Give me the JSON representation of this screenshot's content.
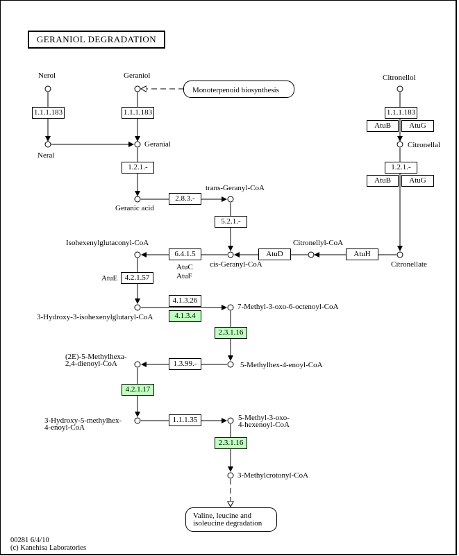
{
  "title": "GERANIOL  DEGRADATION",
  "compounds": {
    "nerol": "Nerol",
    "geraniol": "Geraniol",
    "citronellol": "Citronellol",
    "neral": "Neral",
    "geranial": "Geranial",
    "citronellal": "Citronellal",
    "geranic_acid": "Geranic acid",
    "trans_geranyl_coa": "trans-Geranyl-CoA",
    "isohexenylglutaconyl_coa": "Isohexenylglutaconyl-CoA",
    "cis_geranyl_coa": "cis-Geranyl-CoA",
    "citronellyl_coa": "Citronellyl-CoA",
    "citronellate": "Citronellate",
    "hydroxy_isohexenylglutaryl_coa": "3-Hydroxy-3-isohexenylglutaryl-CoA",
    "methyl_oxo_octenoyl_coa": "7-Methyl-3-oxo-6-octenoyl-CoA",
    "methylhexadienoyl_coa_line1": "(2E)-5-Methylhexa-",
    "methylhexadienoyl_coa_line2": "2,4-dienoyl-CoA",
    "methylhex_enoyl_coa": "5-Methylhex-4-enoyl-CoA",
    "hydroxy_methylhex_enoyl_coa_line1": "3-Hydroxy-5-methylhex-",
    "hydroxy_methylhex_enoyl_coa_line2": "4-enoyl-CoA",
    "methyl_oxo_hexenoyl_coa_line1": "5-Methyl-3-oxo-",
    "methyl_oxo_hexenoyl_coa_line2": "4-hexenoyl-CoA",
    "methylcrotonyl_coa": "3-Methylcrotonyl-CoA"
  },
  "enzymes": {
    "nerol_ec": {
      "label": "1.1.1.183",
      "highlighted": false
    },
    "geraniol_ec": {
      "label": "1.1.1.183",
      "highlighted": false
    },
    "citronellol_ec": {
      "label": "1.1.1.183",
      "highlighted": false
    },
    "citronellol_atub": {
      "label": "AtuB",
      "highlighted": false
    },
    "citronellol_atug": {
      "label": "AtuG",
      "highlighted": false
    },
    "geranial_ec": {
      "label": "1.2.1.-",
      "highlighted": false
    },
    "citronellal_ec": {
      "label": "1.2.1.-",
      "highlighted": false
    },
    "citronellal_atub": {
      "label": "AtuB",
      "highlighted": false
    },
    "citronellal_atug": {
      "label": "AtuG",
      "highlighted": false
    },
    "geranic_ec": {
      "label": "2.8.3.-",
      "highlighted": false
    },
    "trans_cis_ec": {
      "label": "5.2.1.-",
      "highlighted": false
    },
    "carboxylase_ec": {
      "label": "6.4.1.5",
      "highlighted": false
    },
    "atud": {
      "label": "AtuD",
      "highlighted": false
    },
    "atuh": {
      "label": "AtuH",
      "highlighted": false
    },
    "hydratase_ec": {
      "label": "4.2.1.57",
      "highlighted": false
    },
    "lyase_ec_1": {
      "label": "4.1.3.26",
      "highlighted": false
    },
    "lyase_ec_2": {
      "label": "4.1.3.4",
      "highlighted": true
    },
    "thiolase_ec_1": {
      "label": "2.3.1.16",
      "highlighted": true
    },
    "dehydrogenase_ec": {
      "label": "1.3.99.-",
      "highlighted": false
    },
    "enoyl_hydratase_ec": {
      "label": "4.2.1.17",
      "highlighted": true
    },
    "hydroxyacyl_ec": {
      "label": "1.1.1.35",
      "highlighted": false
    },
    "thiolase_ec_2": {
      "label": "2.3.1.16",
      "highlighted": true
    }
  },
  "gene_labels": {
    "atuc": "AtuC",
    "atuf": "AtuF",
    "atue": "AtuE"
  },
  "maps": {
    "monoterpenoid": "Monoterpenoid biosynthesis",
    "valine_line1": "Valine, leucine and",
    "valine_line2": "isoleucine degradation"
  },
  "footer": {
    "map_id": "00281 6/4/10",
    "copyright": "(c) Kanehisa Laboratories"
  },
  "colors": {
    "highlight_green": "#bfffbf",
    "line": "#000000"
  }
}
